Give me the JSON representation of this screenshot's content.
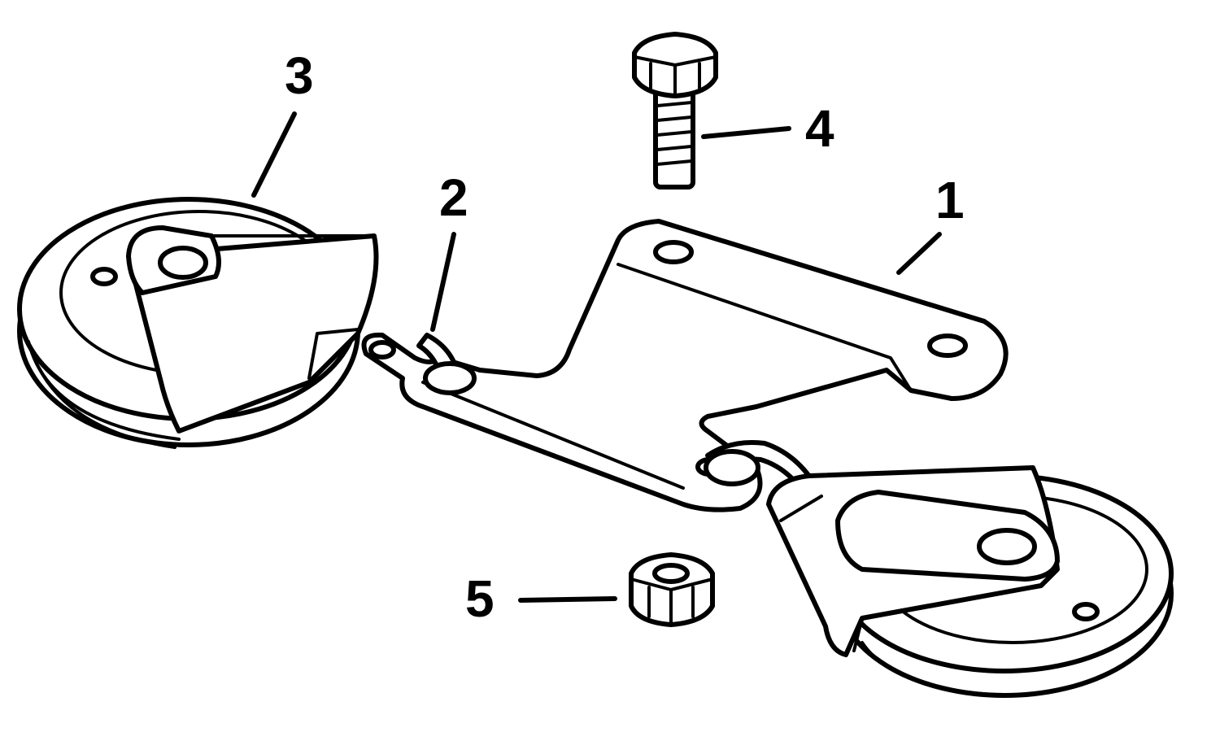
{
  "diagram": {
    "ink_color": "#000000",
    "background_color": "#ffffff",
    "callouts": {
      "bracket": "1",
      "pin": "2",
      "pulley": "3",
      "bolt": "4",
      "nut": "5"
    }
  }
}
